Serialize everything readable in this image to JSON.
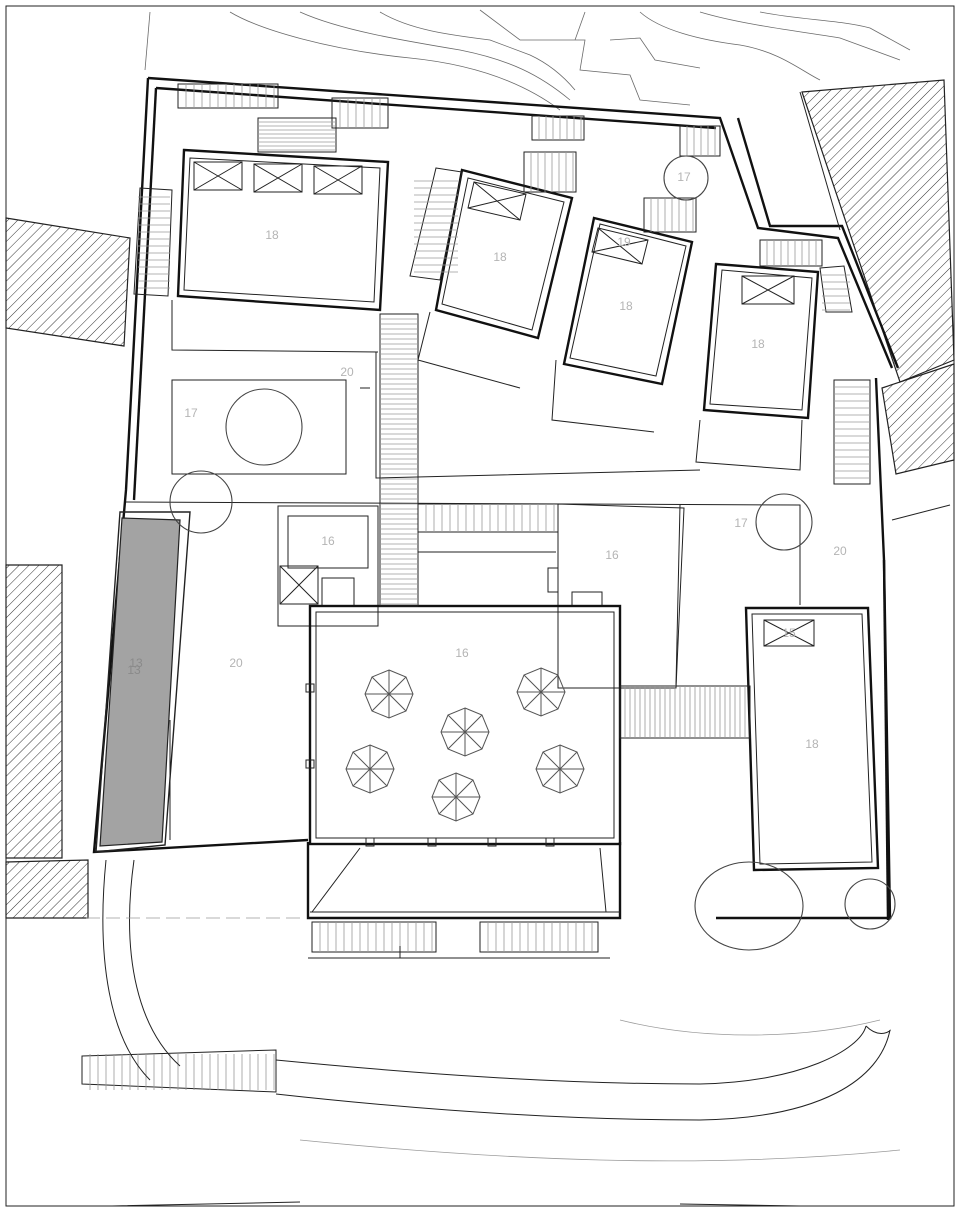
{
  "labels": {
    "pool": "13",
    "pool_shadow": "13",
    "tent_left": "16",
    "tent_mid": "16",
    "tent_main": "16",
    "tree_top": "17",
    "tree_left": "17",
    "tree_right": "17",
    "unit_a": "18",
    "unit_b": "18",
    "unit_c": "18",
    "unit_d": "18",
    "unit_e": "18",
    "unit_c_vent": "19",
    "terrace_top": "20",
    "terrace_left": "20",
    "terrace_right": "20",
    "vent_right": "15"
  },
  "colors": {
    "wall": "#111111",
    "label": "#b4b4b4",
    "pool": "#a3a3a3",
    "hatch": "#333333"
  }
}
